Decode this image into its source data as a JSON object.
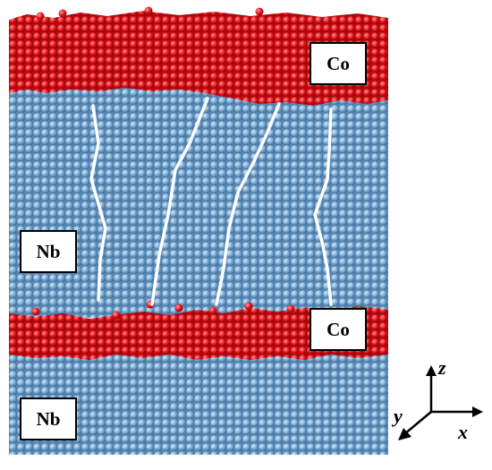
{
  "labels": {
    "co_top": "Co",
    "nb_mid": "Nb",
    "co_mid": "Co",
    "nb_bottom": "Nb"
  },
  "axes": {
    "z": "z",
    "y": "y",
    "x": "x"
  },
  "colors": {
    "co_atom": "#e8141a",
    "nb_atom": "#7aa9d4",
    "boundary_line": "#ffffff"
  }
}
